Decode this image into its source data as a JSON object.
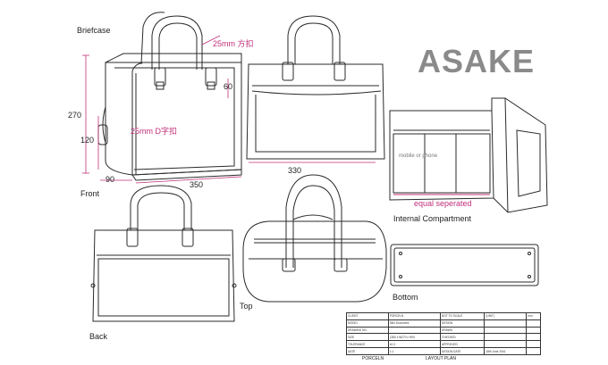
{
  "title": "Briefcase",
  "brand": "ASAKE",
  "views": {
    "front": "Front",
    "back": "Back",
    "top": "Top",
    "bottom": "Bottom",
    "internal": "Internal Compartment"
  },
  "dimensions": {
    "height": "270",
    "lower_height": "120",
    "depth": "90",
    "width": "350",
    "top_width": "330",
    "handle_drop": "60"
  },
  "annotations": {
    "handle_ring": "25mm 方扣",
    "side_ring": "25mm D字扣",
    "compartment_note": "equal seperated",
    "pocket_note": "mobile or phone"
  },
  "title_block": {
    "rows": [
      [
        "CLIENT",
        "PORCELN",
        "NOT TO SCALE",
        "(UNIT)",
        "mm"
      ],
      [
        "MODEL",
        "Slim Document",
        "DESIGN",
        "",
        ""
      ],
      [
        "DRAWING NO.",
        "",
        "DRAWN",
        "",
        ""
      ],
      [
        "SIZE",
        "L350 x W270 x H90",
        "CHECKED",
        "",
        ""
      ],
      [
        "TOLERANCE",
        "±0.3",
        "APPROVED",
        "",
        ""
      ],
      [
        "DATE",
        "1:1",
        "DESIGN DATE",
        "18th June 2016",
        ""
      ]
    ],
    "company": "PORCELN",
    "plan": "LAYOUT PLAN"
  },
  "colors": {
    "annotation": "#c0307a",
    "line": "#2a2a2a",
    "brand": "#8a8a8a"
  }
}
